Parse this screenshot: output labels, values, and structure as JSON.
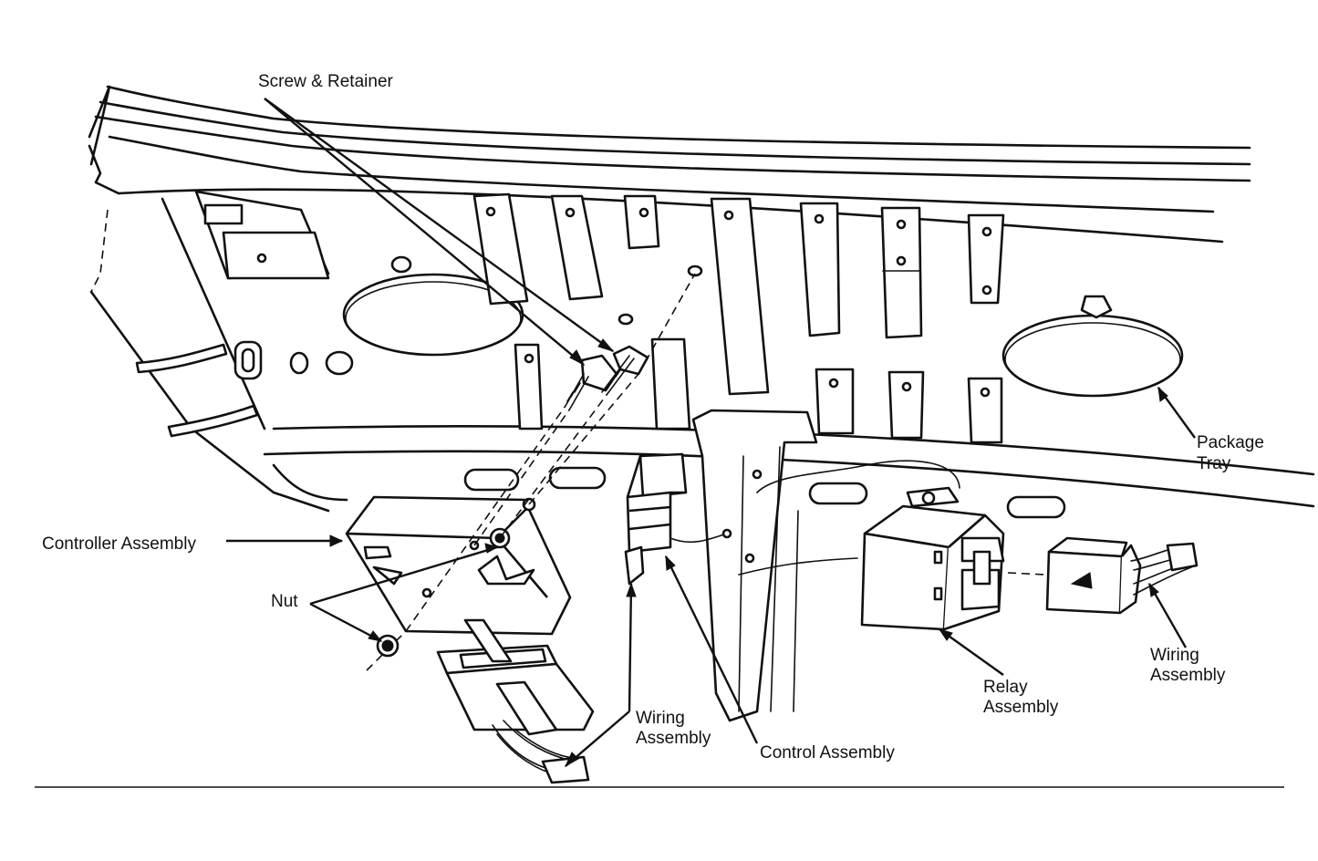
{
  "labels": {
    "screw_retainer": "Screw &  Retainer",
    "controller_assembly": "Controller Assembly",
    "nut": "Nut",
    "wiring_assembly_center_1": "Wiring",
    "wiring_assembly_center_2": "Assembly",
    "control_assembly": "Control Assembly",
    "relay_assembly_1": "Relay",
    "relay_assembly_2": "Assembly",
    "wiring_assembly_right_1": "Wiring",
    "wiring_assembly_right_2": "Assembly",
    "package_tray_1": "Package",
    "package_tray_2": "Tray"
  },
  "colors": {
    "ink": "#111111",
    "paper": "#ffffff"
  }
}
